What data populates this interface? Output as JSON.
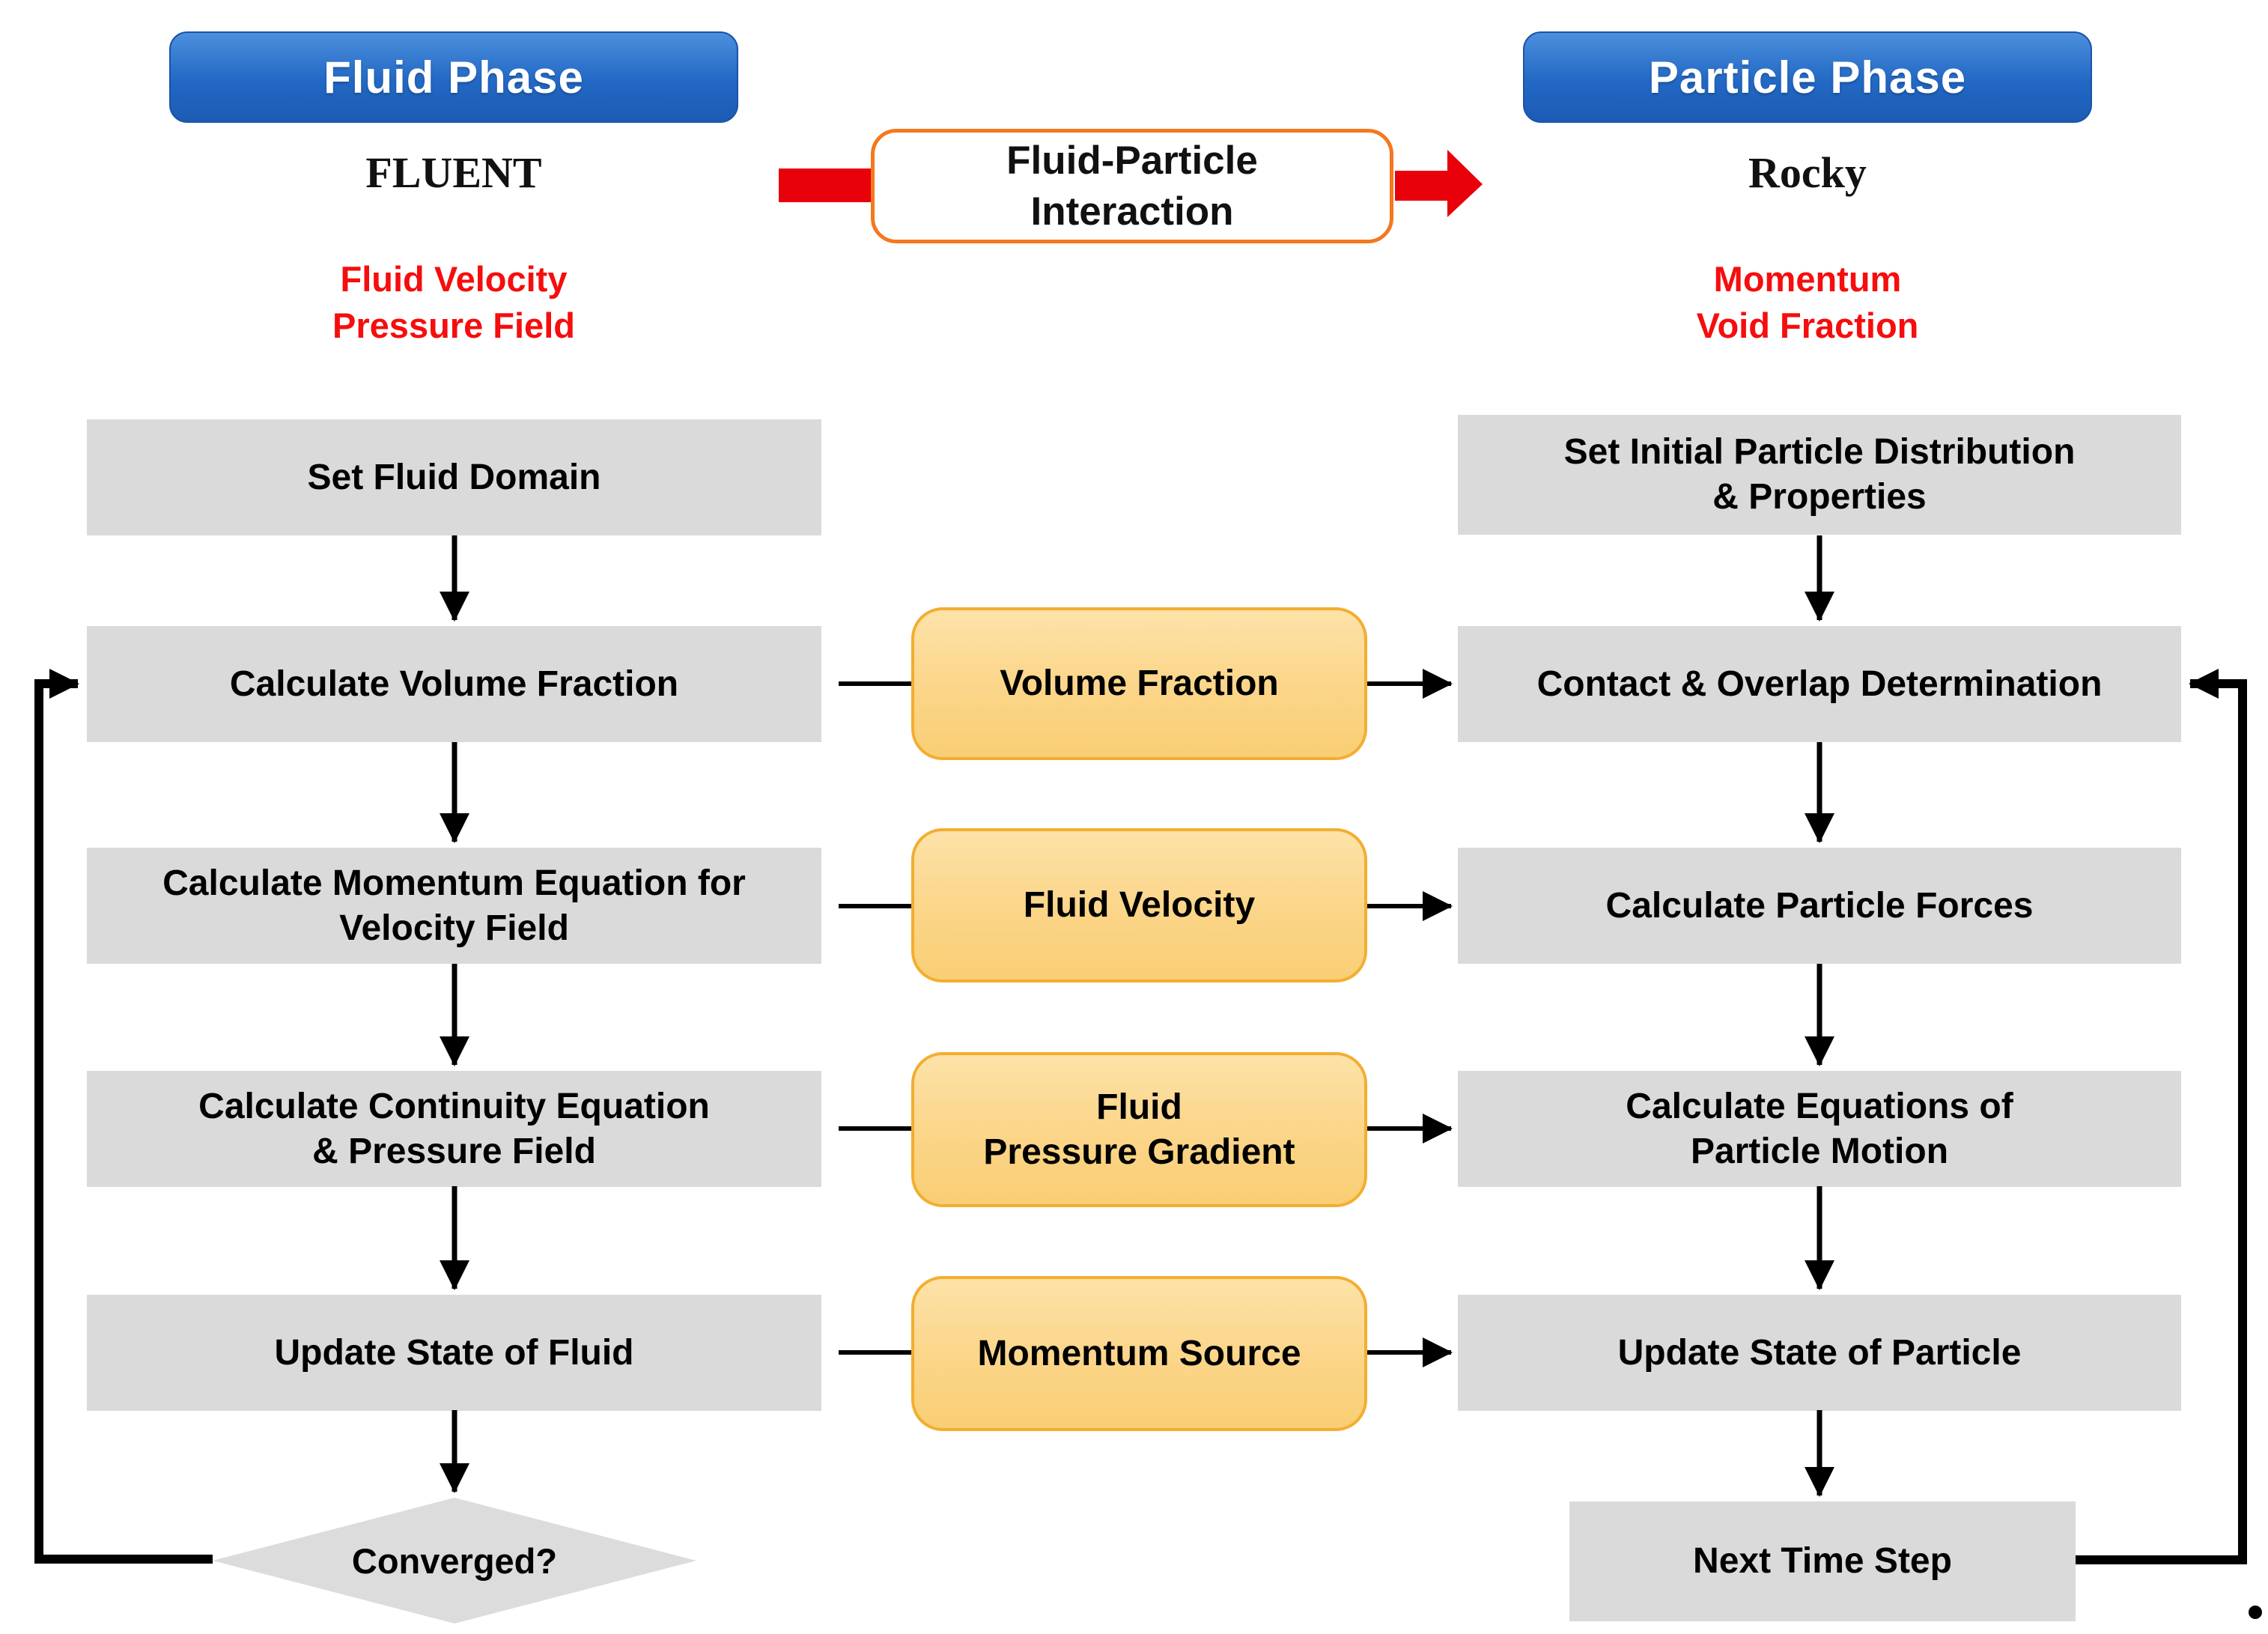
{
  "title": "FLUENT-Rocky CFD-DEM coupling flowchart",
  "colors": {
    "header_blue": "#2268c4",
    "process_gray": "#dadada",
    "exchange_fill": "#fbd588",
    "exchange_border": "#f2ae30",
    "interaction_border": "#f4781f",
    "arrow_red": "#e8000b",
    "outputs_red": "#f60d0d",
    "line_black": "#000000"
  },
  "fluid": {
    "header": "Fluid Phase",
    "solver": "FLUENT",
    "outputs": "Fluid Velocity\nPressure Field",
    "steps": [
      "Set Fluid Domain",
      "Calculate Volume Fraction",
      "Calculate Momentum Equation for\nVelocity Field",
      "Calculate Continuity Equation\n& Pressure Field",
      "Update State of Fluid"
    ],
    "decision": "Converged?"
  },
  "interaction": {
    "label": "Fluid-Particle\nInteraction"
  },
  "exchange": {
    "variables": [
      "Volume Fraction",
      "Fluid Velocity",
      "Fluid\nPressure Gradient",
      "Momentum Source"
    ]
  },
  "particle": {
    "header": "Particle Phase",
    "solver": "Rocky",
    "outputs": "Momentum\nVoid Fraction",
    "steps": [
      "Set Initial Particle Distribution\n& Properties",
      "Contact & Overlap Determination",
      "Calculate Particle Forces",
      "Calculate Equations of\nParticle Motion",
      "Update State of Particle",
      "Next Time Step"
    ]
  }
}
